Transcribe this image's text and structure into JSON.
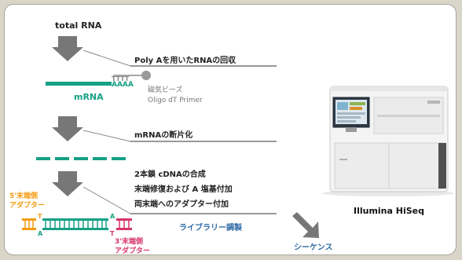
{
  "diagram": {
    "input_label": "total RNA",
    "step1_label": "Poly Aを用いたRNAの回収",
    "mrna_label": "mRNA",
    "polya_label": "AAAA",
    "polyt_label": "TTTT",
    "beads_label": "磁気ビーズ",
    "primer_label": "Oligo dT Primer",
    "step2_label": "mRNAの断片化",
    "step3_lines": [
      "2本鎖 cDNAの合成",
      "末端修復および A 塩基付加",
      "両末端へのアダプター付加"
    ],
    "adapter5_lines": [
      "5'末端側",
      "アダプター"
    ],
    "adapter3_lines": [
      "3'末端側",
      "アダプター"
    ],
    "overhang_t": "T",
    "overhang_a": "A",
    "library_label": "ライブラリー調製",
    "sequence_label": "シーケンス",
    "instrument_label": "Illumina HiSeq"
  },
  "colors": {
    "teal": "#16a085",
    "orange": "#f39c12",
    "magenta": "#d6336c",
    "blue": "#2e6aa6",
    "arrow_gray": "#777777",
    "line_gray": "#8a8a8a"
  }
}
